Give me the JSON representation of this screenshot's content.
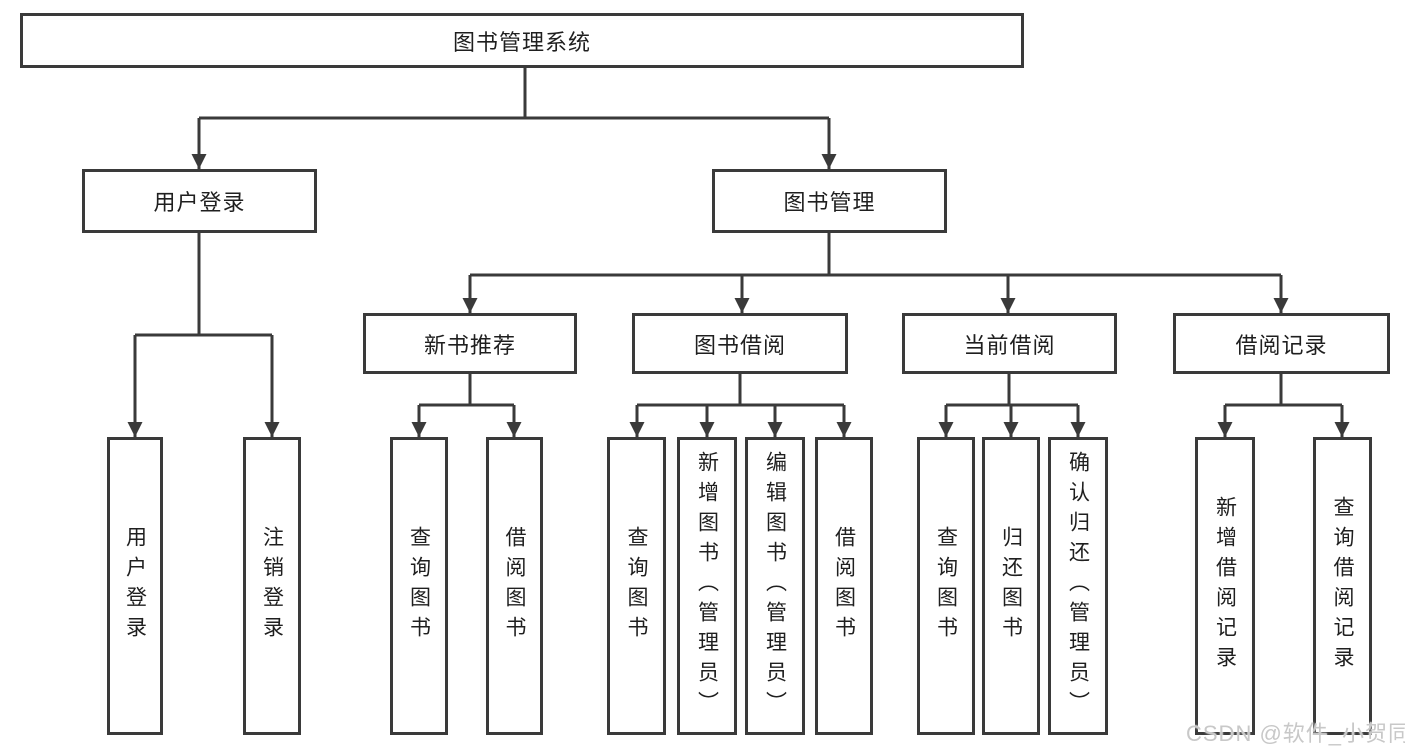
{
  "tree": {
    "label": "图书管理系统",
    "children": [
      {
        "label": "用户登录",
        "children": [
          {
            "label": "用户登录"
          },
          {
            "label": "注销登录"
          }
        ]
      },
      {
        "label": "图书管理",
        "children": [
          {
            "label": "新书推荐",
            "children": [
              {
                "label": "查询图书"
              },
              {
                "label": "借阅图书"
              }
            ]
          },
          {
            "label": "图书借阅",
            "children": [
              {
                "label": "查询图书"
              },
              {
                "label": "新增图书（管理员）"
              },
              {
                "label": "编辑图书（管理员）"
              },
              {
                "label": "借阅图书"
              }
            ]
          },
          {
            "label": "当前借阅",
            "children": [
              {
                "label": "查询图书"
              },
              {
                "label": "归还图书"
              },
              {
                "label": "确认归还（管理员）"
              }
            ]
          },
          {
            "label": "借阅记录",
            "children": [
              {
                "label": "新增借阅记录"
              },
              {
                "label": "查询借阅记录"
              }
            ]
          }
        ]
      }
    ]
  },
  "watermark": "CSDN @软件_小贺同学",
  "colors": {
    "line": "#3a3a3a",
    "text": "#1f1f1f",
    "watermark": "#c8c8c8",
    "background": "#ffffff"
  }
}
